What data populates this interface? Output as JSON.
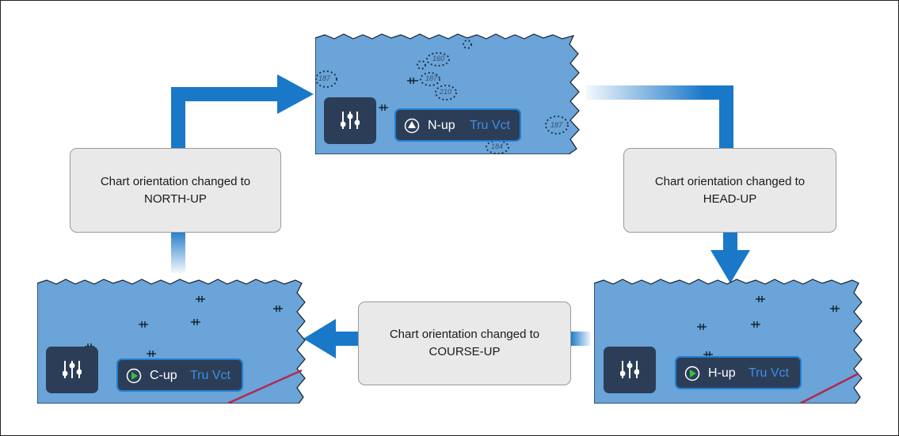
{
  "callouts": {
    "north_up": {
      "line1": "Chart orientation changed to",
      "line2": "NORTH-UP"
    },
    "head_up": {
      "line1": "Chart orientation changed to",
      "line2": "HEAD-UP"
    },
    "course_up": {
      "line1": "Chart orientation changed to",
      "line2": "COURSE-UP"
    }
  },
  "panels": {
    "north_up": {
      "mode_label": "N-up",
      "vector_label": "Tru Vct",
      "mode_icon": "north-arrow-icon",
      "depth_labels": [
        "160",
        "187",
        "187",
        "210",
        "187",
        "184"
      ]
    },
    "head_up": {
      "mode_label": "H-up",
      "vector_label": "Tru Vct",
      "mode_icon": "play-triangle-icon"
    },
    "course_up": {
      "mode_label": "C-up",
      "vector_label": "Tru Vct",
      "mode_icon": "play-triangle-icon"
    }
  },
  "icons": {
    "settings": "settings-sliders-icon"
  },
  "colors": {
    "arrow_blue": "#1a78c8",
    "chart_water": "#6aa4d8",
    "button_dark": "#2c3e57",
    "accent_blue": "#3d8fe6",
    "mode_icon_green": "#33c23a",
    "track_line": "#b02a4e"
  }
}
